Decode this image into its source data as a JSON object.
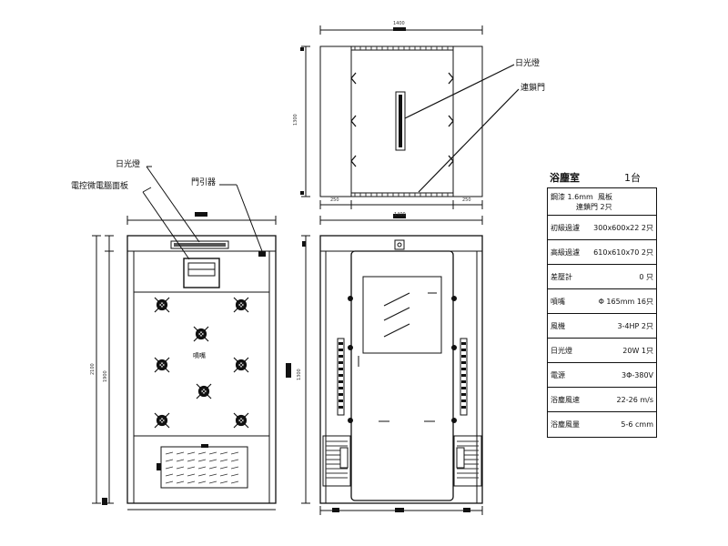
{
  "callouts": {
    "daylight_lamp": "日光燈",
    "interlock_door": "連鎖門",
    "daylight_lamp_front": "日光燈",
    "control_panel": "電控微電腦面板",
    "door_lock": "門引器",
    "nozzle": "噴嘴"
  },
  "spec_table": {
    "title": "浴塵室",
    "quantity": "1台",
    "rows": [
      {
        "label": "鋼漆 1.6mm",
        "value": "風板",
        "extra": "連鎖門 2只"
      },
      {
        "label": "初級過濾",
        "value": "300x600x22  2只"
      },
      {
        "label": "高級過濾",
        "value": "610x610x70  2只"
      },
      {
        "label": "差壓計",
        "value": "0  只"
      },
      {
        "label": "噴嘴",
        "value": "Φ 165mm  16只"
      },
      {
        "label": "風機",
        "value": "3-4HP  2只"
      },
      {
        "label": "日光燈",
        "value": "20W   1只"
      },
      {
        "label": "電源",
        "value": "3Φ-380V"
      },
      {
        "label": "浴塵風速",
        "value": "22-26 m/s"
      },
      {
        "label": "浴塵風量",
        "value": "5-6 cmm"
      }
    ]
  },
  "dimensions": {
    "top_width": "1400",
    "top_depth": "1300",
    "front_width": "1400",
    "side_width": "1300",
    "height": "2100",
    "inner_height": "1900",
    "side_left": "250",
    "side_right": "250"
  },
  "colors": {
    "line": "#111111",
    "fill": "#2a2a2a",
    "paper": "#ffffff"
  }
}
